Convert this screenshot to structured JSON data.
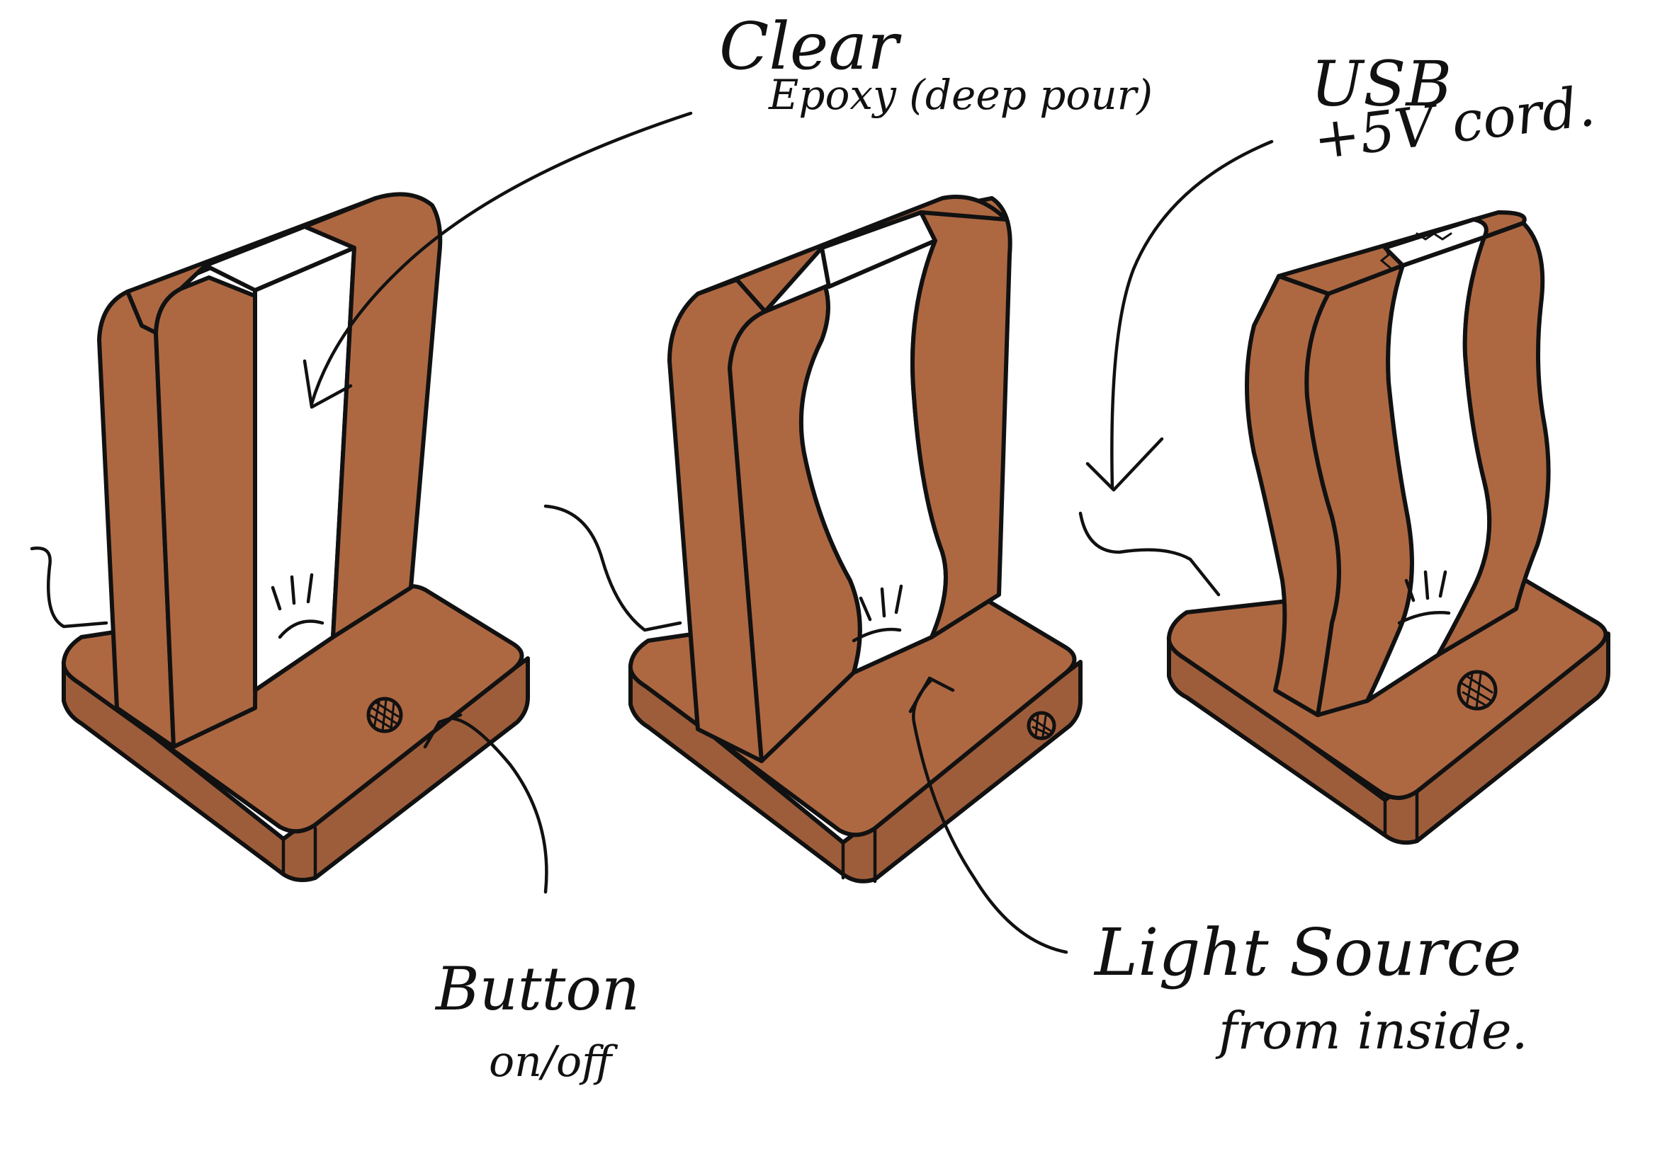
{
  "labels": {
    "clear": "Clear",
    "epoxy": "Epoxy (deep pour)",
    "usb": "USB",
    "cord": "+5V cord.",
    "button": "Button",
    "onoff": "on/off",
    "light_source": "Light Source",
    "from_inside": "from inside."
  },
  "colors": {
    "wood": "#ad6842",
    "epoxy": "#ffffff",
    "ink": "#111111"
  },
  "figures": [
    {
      "name": "straight-lamp",
      "feature": "straight epoxy channel"
    },
    {
      "name": "curved-lamp",
      "feature": "curved epoxy channel"
    },
    {
      "name": "wavy-lamp",
      "feature": "wavy epoxy channel"
    }
  ]
}
